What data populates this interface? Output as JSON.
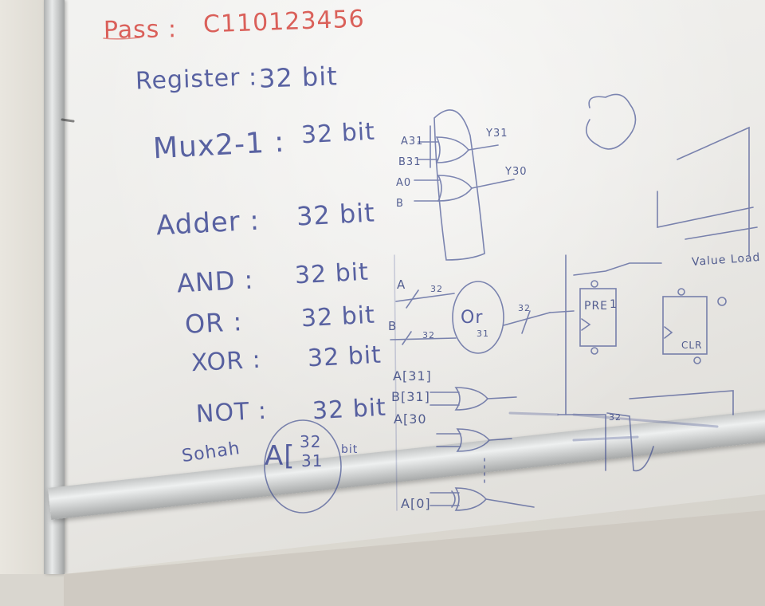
{
  "header": {
    "pass_label": "Pass :",
    "pass_value": "C110123456"
  },
  "components": [
    {
      "name": "Register :",
      "size": "32 bit"
    },
    {
      "name": "Mux2-1 :",
      "size": "32 bit"
    },
    {
      "name": "Adder :",
      "size": "32 bit"
    },
    {
      "name": "AND :",
      "size": "32 bit"
    },
    {
      "name": "OR :",
      "size": "32 bit"
    },
    {
      "name": "XOR :",
      "size": "32 bit"
    },
    {
      "name": "NOT :",
      "size": "32 bit"
    },
    {
      "name": "Sohah",
      "size": "bit"
    }
  ],
  "shift_note": {
    "main": "A[",
    "top": "32",
    "bottom": "31"
  },
  "mux_labels": {
    "a31": "A31",
    "b31": "B31",
    "a0": "A0",
    "b0": "B",
    "y31": "Y31",
    "y30": "Y30"
  },
  "or_block": {
    "a": "A",
    "a_bits": "32",
    "b": "B",
    "b_bits": "32",
    "label": "Or",
    "sub": "31",
    "bus": "32"
  },
  "bit_labels": {
    "a31": "A[31]",
    "b31": "B[31]",
    "a30": "A[30",
    "a0": "A[0]"
  },
  "ff": {
    "label": "PRE",
    "q": "1",
    "clr": "CLR"
  },
  "right_note": "Value Load",
  "bus_label": "32"
}
